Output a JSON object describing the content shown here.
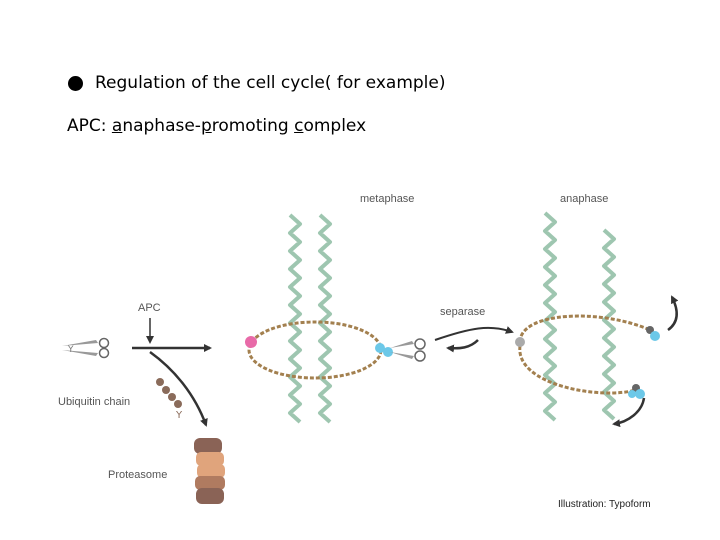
{
  "heading": {
    "bullet": "filled-circle",
    "text": "Regulation of the cell cycle( for example)"
  },
  "definition": {
    "abbreviation": "APC:",
    "parts": [
      {
        "letter": "a",
        "rest": "naphase-"
      },
      {
        "letter": "p",
        "rest": "romoting "
      },
      {
        "letter": "c",
        "rest": "omplex"
      }
    ]
  },
  "diagram": {
    "labels": {
      "metaphase": "metaphase",
      "anaphase": "anaphase",
      "apc": "APC",
      "separase": "separase",
      "ubiquitin_chain": "Ubiquitin chain",
      "proteasome": "Proteasome"
    },
    "credit": "Illustration: Typoform",
    "colors": {
      "chromosome": "#9ec6b0",
      "cohesin_ring": "#a3804f",
      "securin_pink": "#e86aa8",
      "separase_blue": "#6cc8e8",
      "proteasome": "#b07b60",
      "arrows": "#333333"
    },
    "icons": [
      "scissors-icon",
      "proteasome-icon",
      "ubiquitin-chain-icon",
      "cohesin-ring-icon"
    ]
  }
}
